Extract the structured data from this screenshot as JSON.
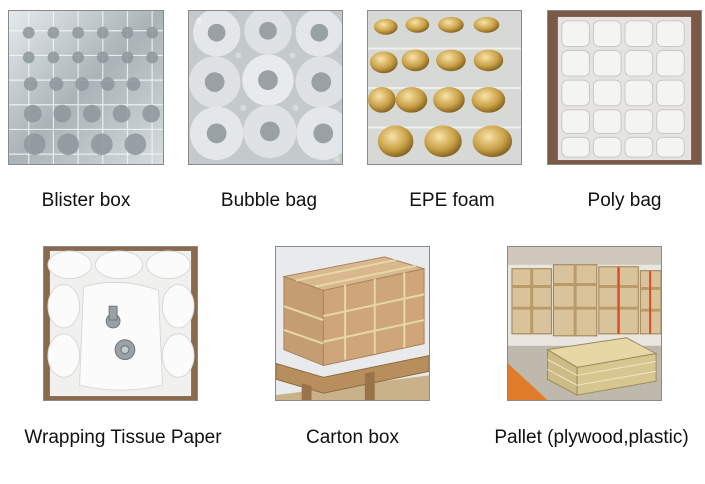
{
  "row1": [
    {
      "caption": "Blister box"
    },
    {
      "caption": "Bubble bag"
    },
    {
      "caption": "EPE foam"
    },
    {
      "caption": "Poly bag"
    }
  ],
  "row2": [
    {
      "caption": "Wrapping Tissue Paper"
    },
    {
      "caption": "Carton box"
    },
    {
      "caption": "Pallet (plywood,plastic)"
    }
  ],
  "colors": {
    "background": "#ffffff",
    "text": "#111111",
    "gold": "#c9a046",
    "cardboard": "#c9a27a",
    "wood": "#d9c39a"
  }
}
